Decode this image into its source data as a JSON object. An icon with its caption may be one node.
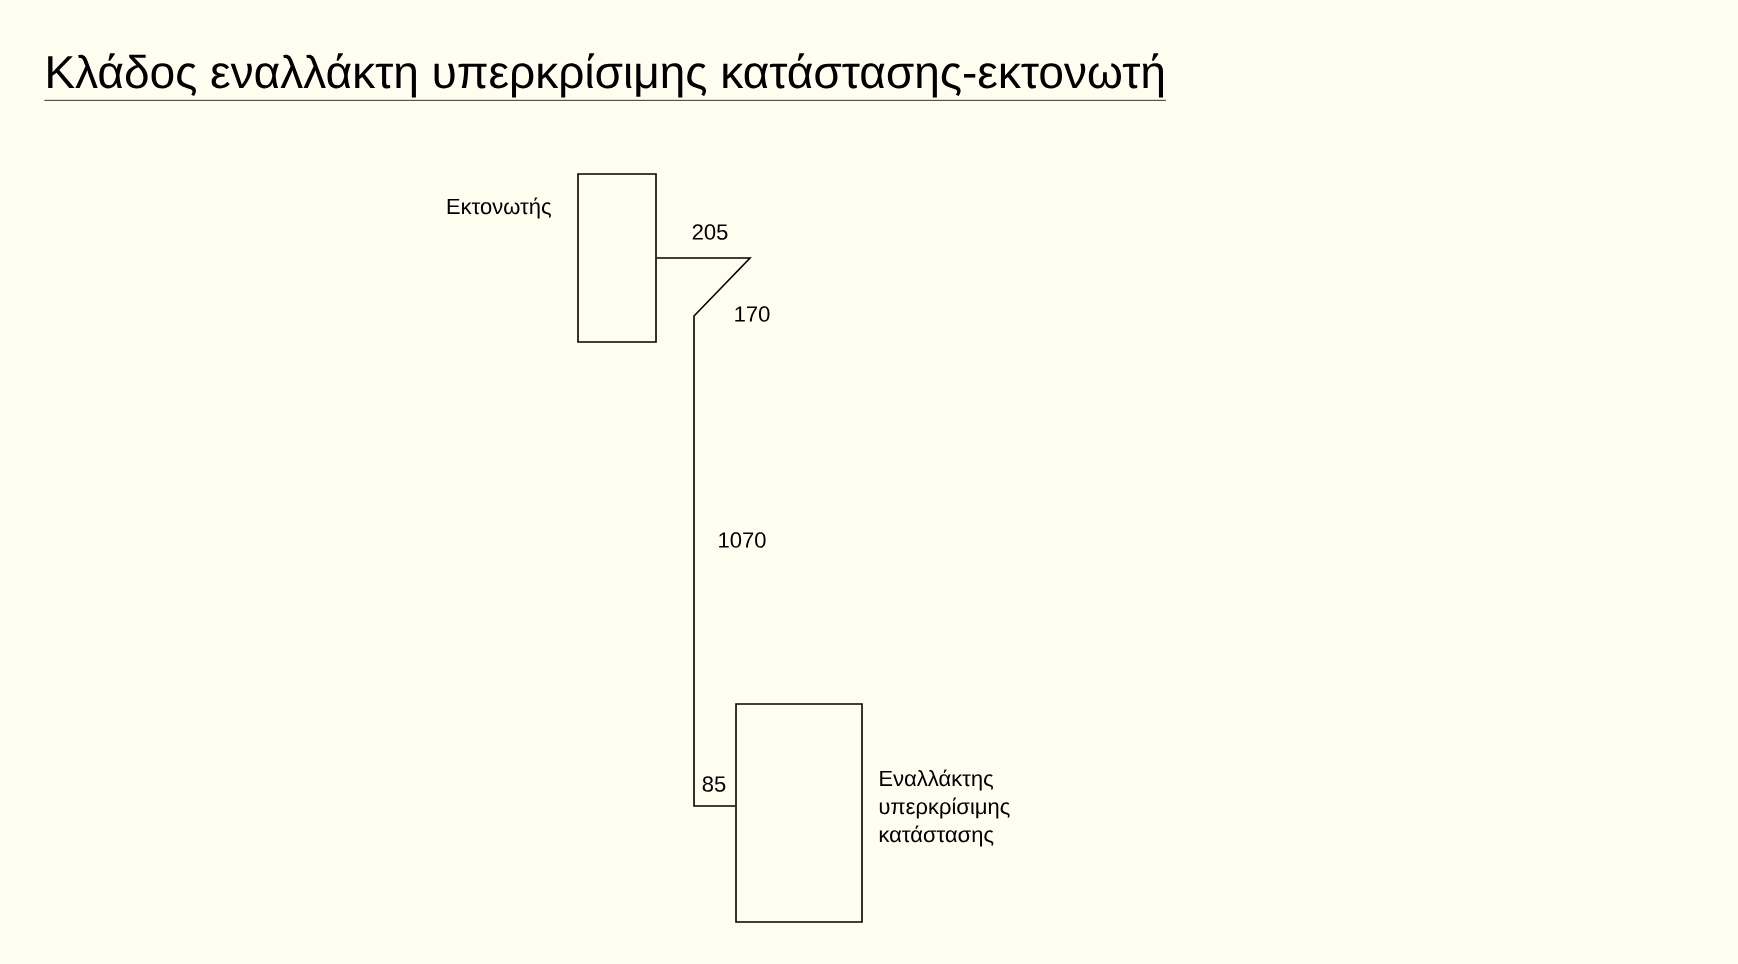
{
  "diagram": {
    "title": "Κλάδος εναλλάκτη υπερκρίσιμης κατάστασης-εκτονωτή",
    "nodes": [
      {
        "text": [
          "Εκτονωτής"
        ]
      },
      {
        "text": [
          "Εναλλάκτης υπερκρίσιμης κατάστασης"
        ]
      }
    ],
    "edges": [
      {
        "from": 0,
        "to": 1,
        "arrow": "none"
      }
    ],
    "labels": [
      "205",
      "170",
      "1070",
      "85"
    ]
  }
}
